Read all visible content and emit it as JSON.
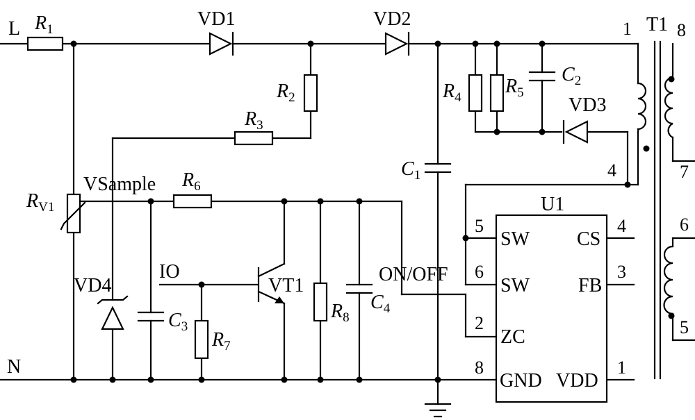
{
  "nets": {
    "line": "L",
    "neutral": "N"
  },
  "resistors": {
    "r1": {
      "name": "R",
      "sub": "1"
    },
    "r2": {
      "name": "R",
      "sub": "2"
    },
    "r3": {
      "name": "R",
      "sub": "3"
    },
    "r4": {
      "name": "R",
      "sub": "4"
    },
    "r5": {
      "name": "R",
      "sub": "5"
    },
    "r6": {
      "name": "R",
      "sub": "6"
    },
    "r7": {
      "name": "R",
      "sub": "7"
    },
    "r8": {
      "name": "R",
      "sub": "8"
    },
    "rv1": {
      "name": "R",
      "sub": "V1"
    }
  },
  "capacitors": {
    "c1": {
      "name": "C",
      "sub": "1"
    },
    "c2": {
      "name": "C",
      "sub": "2"
    },
    "c3": {
      "name": "C",
      "sub": "3"
    },
    "c4": {
      "name": "C",
      "sub": "4"
    }
  },
  "diodes": {
    "vd1": "VD1",
    "vd2": "VD2",
    "vd3": "VD3",
    "vd4": "VD4"
  },
  "transistor": "VT1",
  "signals": {
    "vsample": "VSample",
    "io": "IO",
    "onoff": "ON/OFF"
  },
  "ic": {
    "name": "U1",
    "left_pins": [
      {
        "num": "5",
        "label": "SW"
      },
      {
        "num": "6",
        "label": "SW"
      },
      {
        "num": "2",
        "label": "ZC"
      },
      {
        "num": "8",
        "label": "GND"
      }
    ],
    "right_pins": [
      {
        "num": "4",
        "label": "CS"
      },
      {
        "num": "3",
        "label": "FB"
      },
      {
        "num": "1",
        "label": "VDD"
      }
    ]
  },
  "transformer": {
    "name": "T1",
    "pins": {
      "p1": "1",
      "p4": "4",
      "p8": "8",
      "p7": "7",
      "p6": "6",
      "p5": "5"
    }
  }
}
